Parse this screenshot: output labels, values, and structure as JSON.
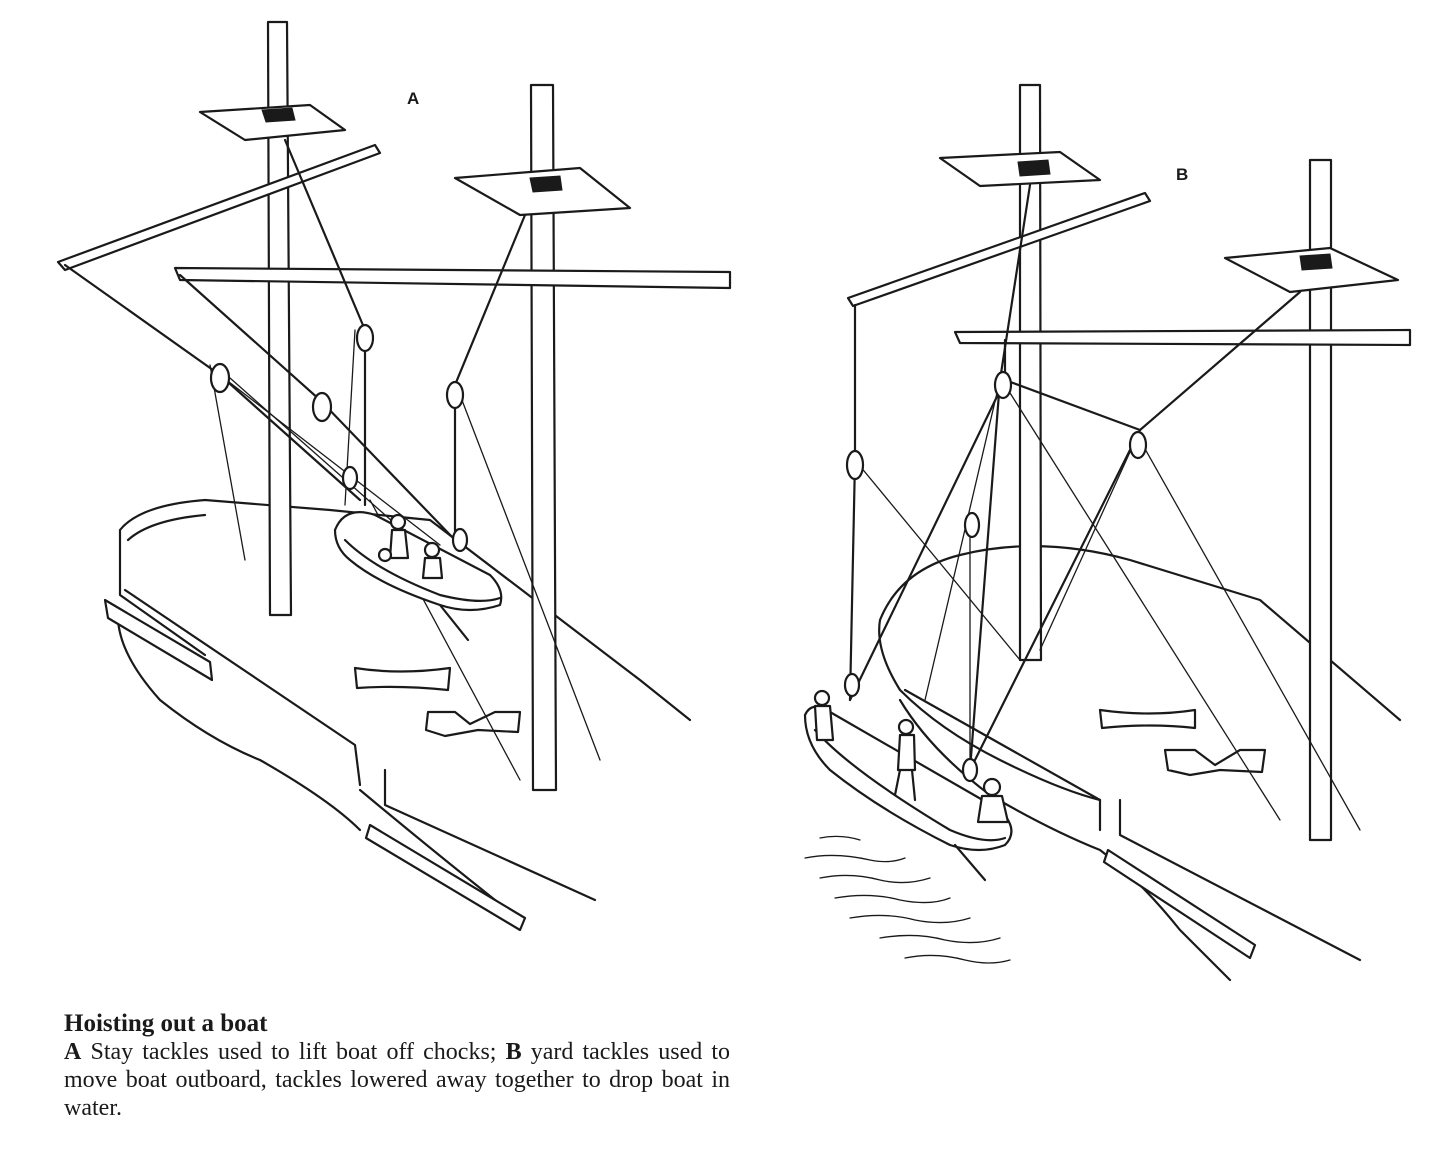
{
  "figure": {
    "panel_a_label": "A",
    "panel_b_label": "B"
  },
  "caption": {
    "title": "Hoisting out a boat",
    "label_a": "A",
    "text_a": "Stay tackles used to lift boat off chocks;",
    "label_b": "B",
    "text_b": "yard tackles used to move boat outboard, tackles lowered away together to drop boat in water."
  }
}
